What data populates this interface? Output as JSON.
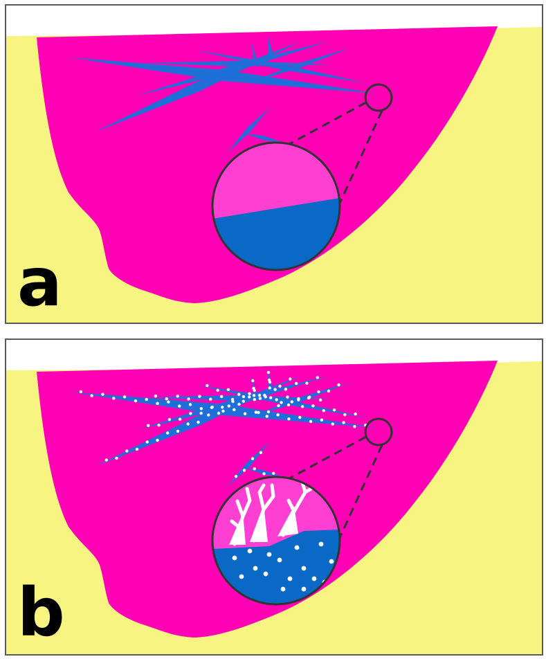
{
  "panels": [
    {
      "label": "a",
      "zoom_fill": "blank",
      "inclusions_shown": false
    },
    {
      "label": "b",
      "zoom_fill": "crack-branches-and-dots",
      "inclusions_shown": true
    }
  ],
  "colors": {
    "host_rock": "#f8f482",
    "body": "#ff00b4",
    "veins": "#1f6fd9",
    "zoom_upper": "#ff3fd2",
    "zoom_lower": "#0a68c6",
    "outline": "#333333",
    "inclusions": "#ffffff",
    "label_text": "#000000"
  }
}
